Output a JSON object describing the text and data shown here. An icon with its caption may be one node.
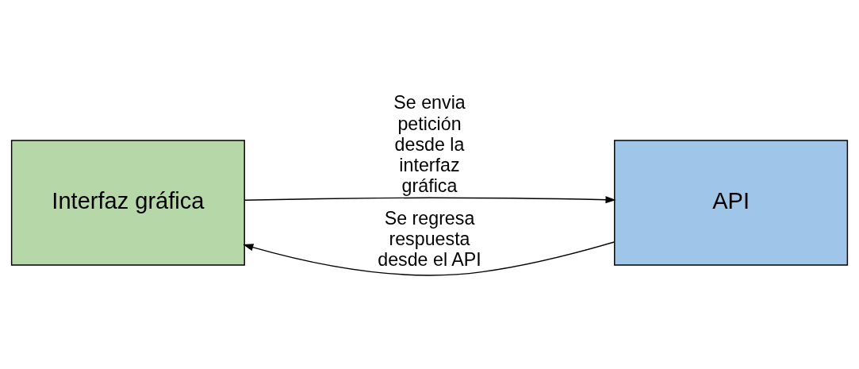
{
  "diagram": {
    "nodes": [
      {
        "text": [
          "Interfaz gráfica"
        ]
      },
      {
        "text": [
          "API"
        ]
      }
    ],
    "edges": [
      {
        "from": 0,
        "to": 1,
        "arrow": "to",
        "label": "Se envia petición desde la interfaz gráfica"
      },
      {
        "from": 1,
        "to": 0,
        "arrow": "to",
        "label": "Se regresa respuesta desde el API"
      }
    ]
  }
}
